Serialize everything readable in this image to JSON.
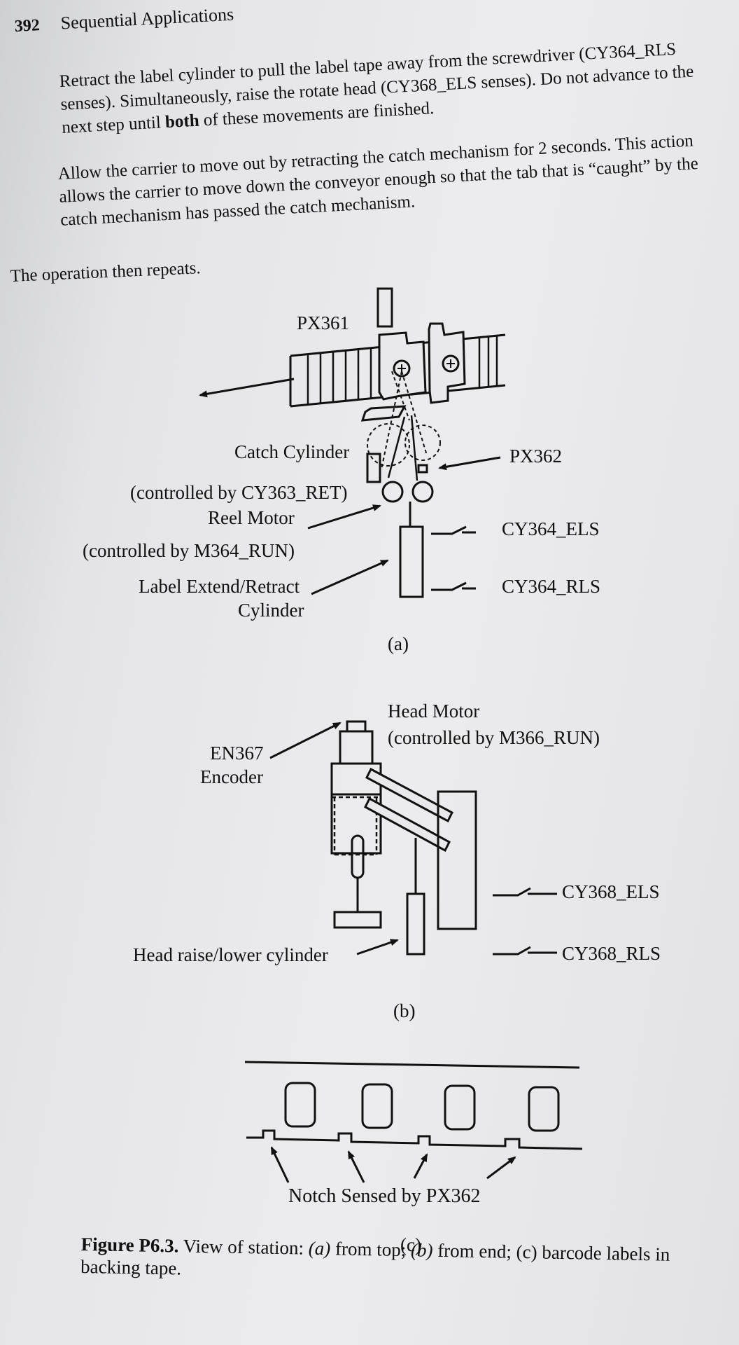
{
  "header": {
    "page_number": "392",
    "running_head": "Sequential Applications"
  },
  "body": {
    "para1_a": "Retract the label cylinder to pull the label tape away from the screwdriver (CY364_RLS senses). Simultaneously, raise the rotate head (CY368_ELS senses). Do not advance to the next step until ",
    "para1_bold": "both",
    "para1_b": " of these movements are finished.",
    "para2": "Allow the carrier to move out by retracting the catch mechanism for 2 seconds. This action allows the carrier to move down the conveyor enough so that the tab that is “caught” by the catch mechanism has passed the catch mechanism.",
    "para3": "The operation then repeats."
  },
  "figure_a": {
    "px361": "PX361",
    "px362": "PX362",
    "catch_cylinder": "Catch Cylinder",
    "catch_cylinder_ctrl": "(controlled by CY363_RET)",
    "reel_motor": "Reel Motor",
    "reel_motor_ctrl": "(controlled by M364_RUN)",
    "label_cyl_1": "Label Extend/Retract",
    "label_cyl_2": "Cylinder",
    "cy364_els": "CY364_ELS",
    "cy364_rls": "CY364_RLS",
    "sublabel": "(a)"
  },
  "figure_b": {
    "head_motor": "Head Motor",
    "head_motor_ctrl": "(controlled by M366_RUN)",
    "en367": "EN367",
    "encoder": "Encoder",
    "cy368_els": "CY368_ELS",
    "cy368_rls": "CY368_RLS",
    "head_cylinder": "Head raise/lower cylinder",
    "sublabel": "(b)"
  },
  "figure_c": {
    "notch_label": "Notch Sensed by PX362",
    "sublabel": "(c)"
  },
  "caption": {
    "title": "Figure P6.3.",
    "t1": " View of station: ",
    "a": "(a)",
    "t2": " from top; ",
    "b": "(b)",
    "t3": " from end; (c) barcode labels in backing tape."
  }
}
